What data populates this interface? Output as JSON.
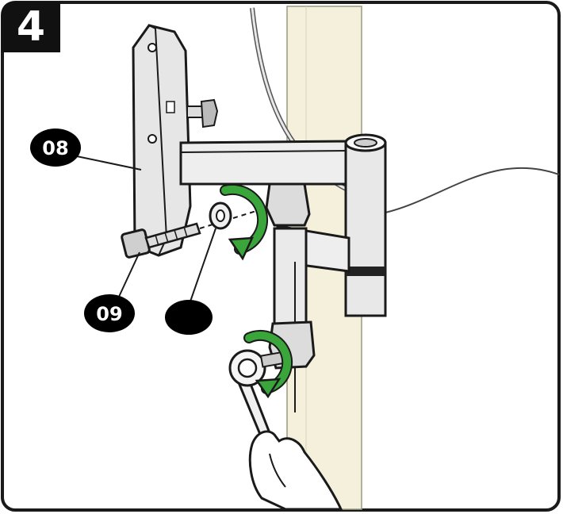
{
  "step": {
    "number": "4"
  },
  "callouts": [
    {
      "label": "08"
    },
    {
      "label": "09"
    },
    {
      "label": ""
    }
  ],
  "colors": {
    "outline": "#1a1a1a",
    "wall": "#f4f0dc",
    "metal": "#e6e6e6",
    "arrow": "#3aa53a",
    "callout": "#000000"
  }
}
